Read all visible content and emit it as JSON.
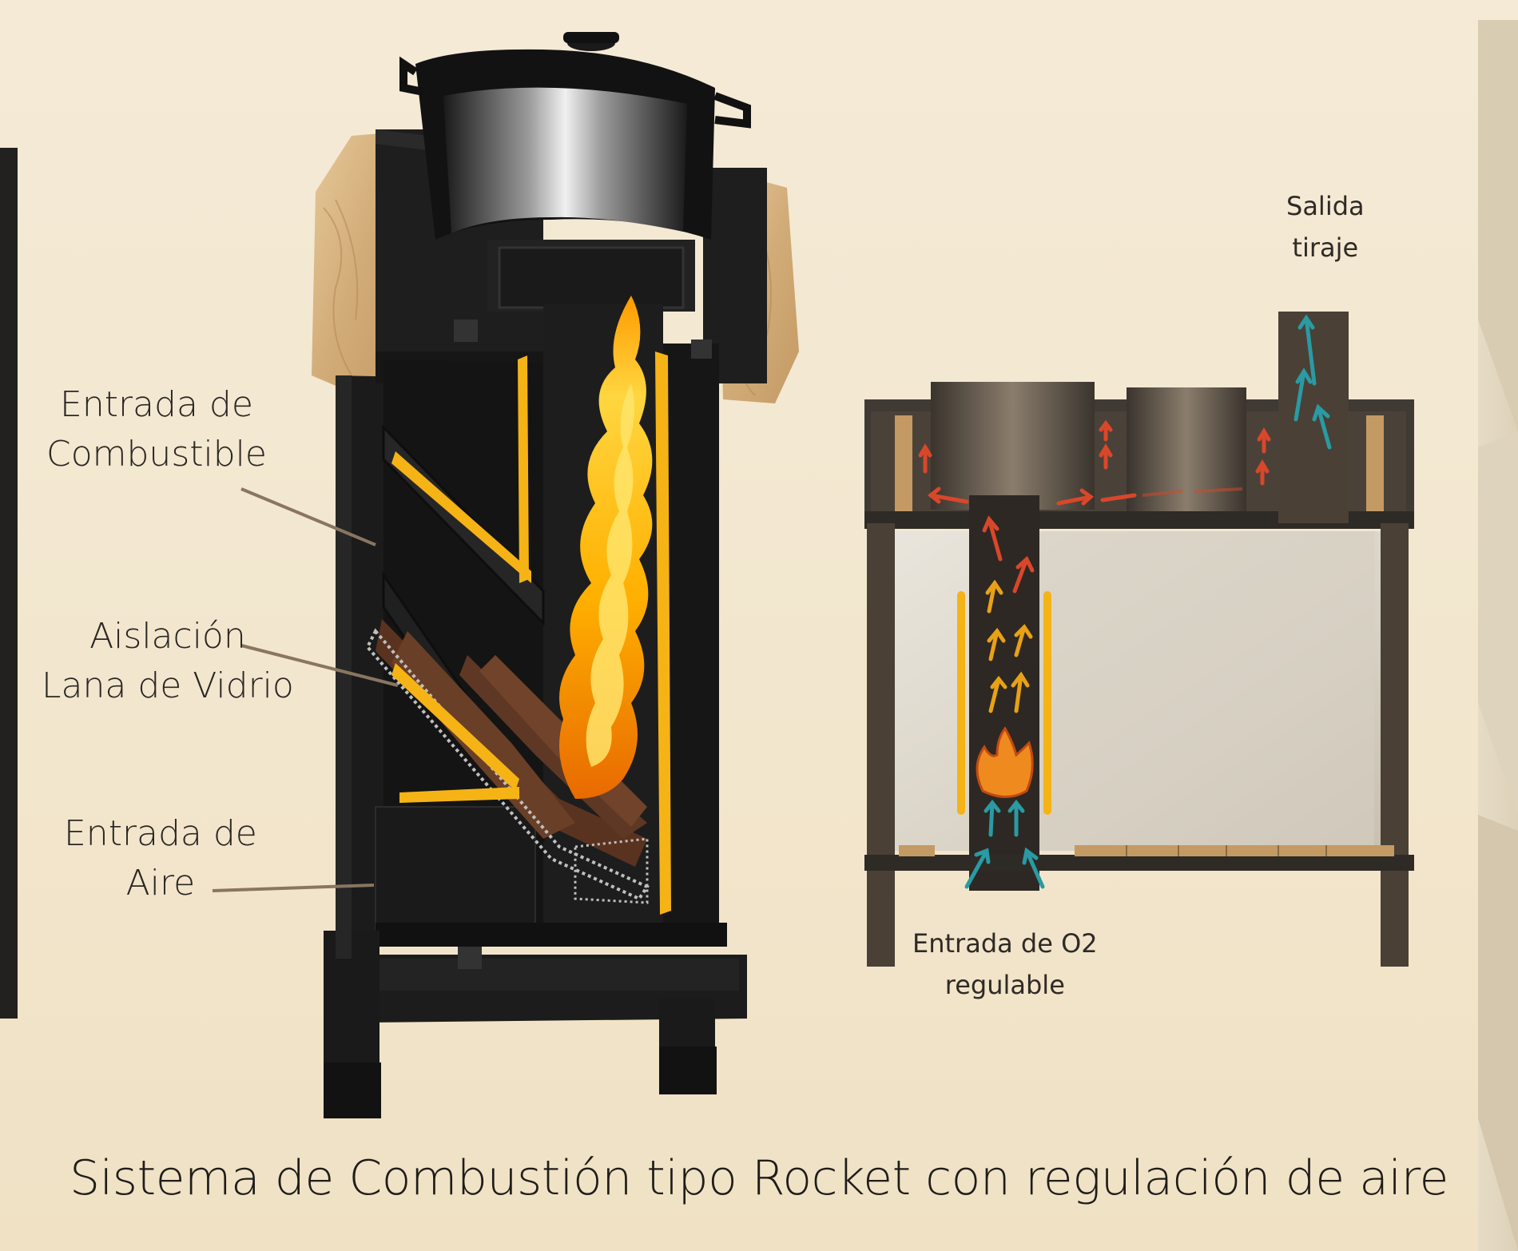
{
  "labels": {
    "fuel_inlet": [
      "Entrada de",
      "Combustible"
    ],
    "insulation": [
      "Aislación",
      "Lana de Vidrio"
    ],
    "air_inlet": [
      "Entrada de",
      "Aire"
    ],
    "exhaust": [
      "Salida",
      "tiraje"
    ],
    "o2_inlet": [
      "Entrada de O2",
      "regulable"
    ]
  },
  "caption": "Sistema de Combustión tipo Rocket con regulación de aire",
  "colors": {
    "background": "#f3e8d1",
    "steel": "#1c1c1c",
    "wood": "#d9b98a",
    "flame": "#f7a400",
    "insulation": "#f2b81a",
    "hot_arrow": "#d9472a",
    "warm_arrow": "#e8a117",
    "cold_arrow": "#2a9aa3",
    "frame": "#5a4a3a"
  }
}
